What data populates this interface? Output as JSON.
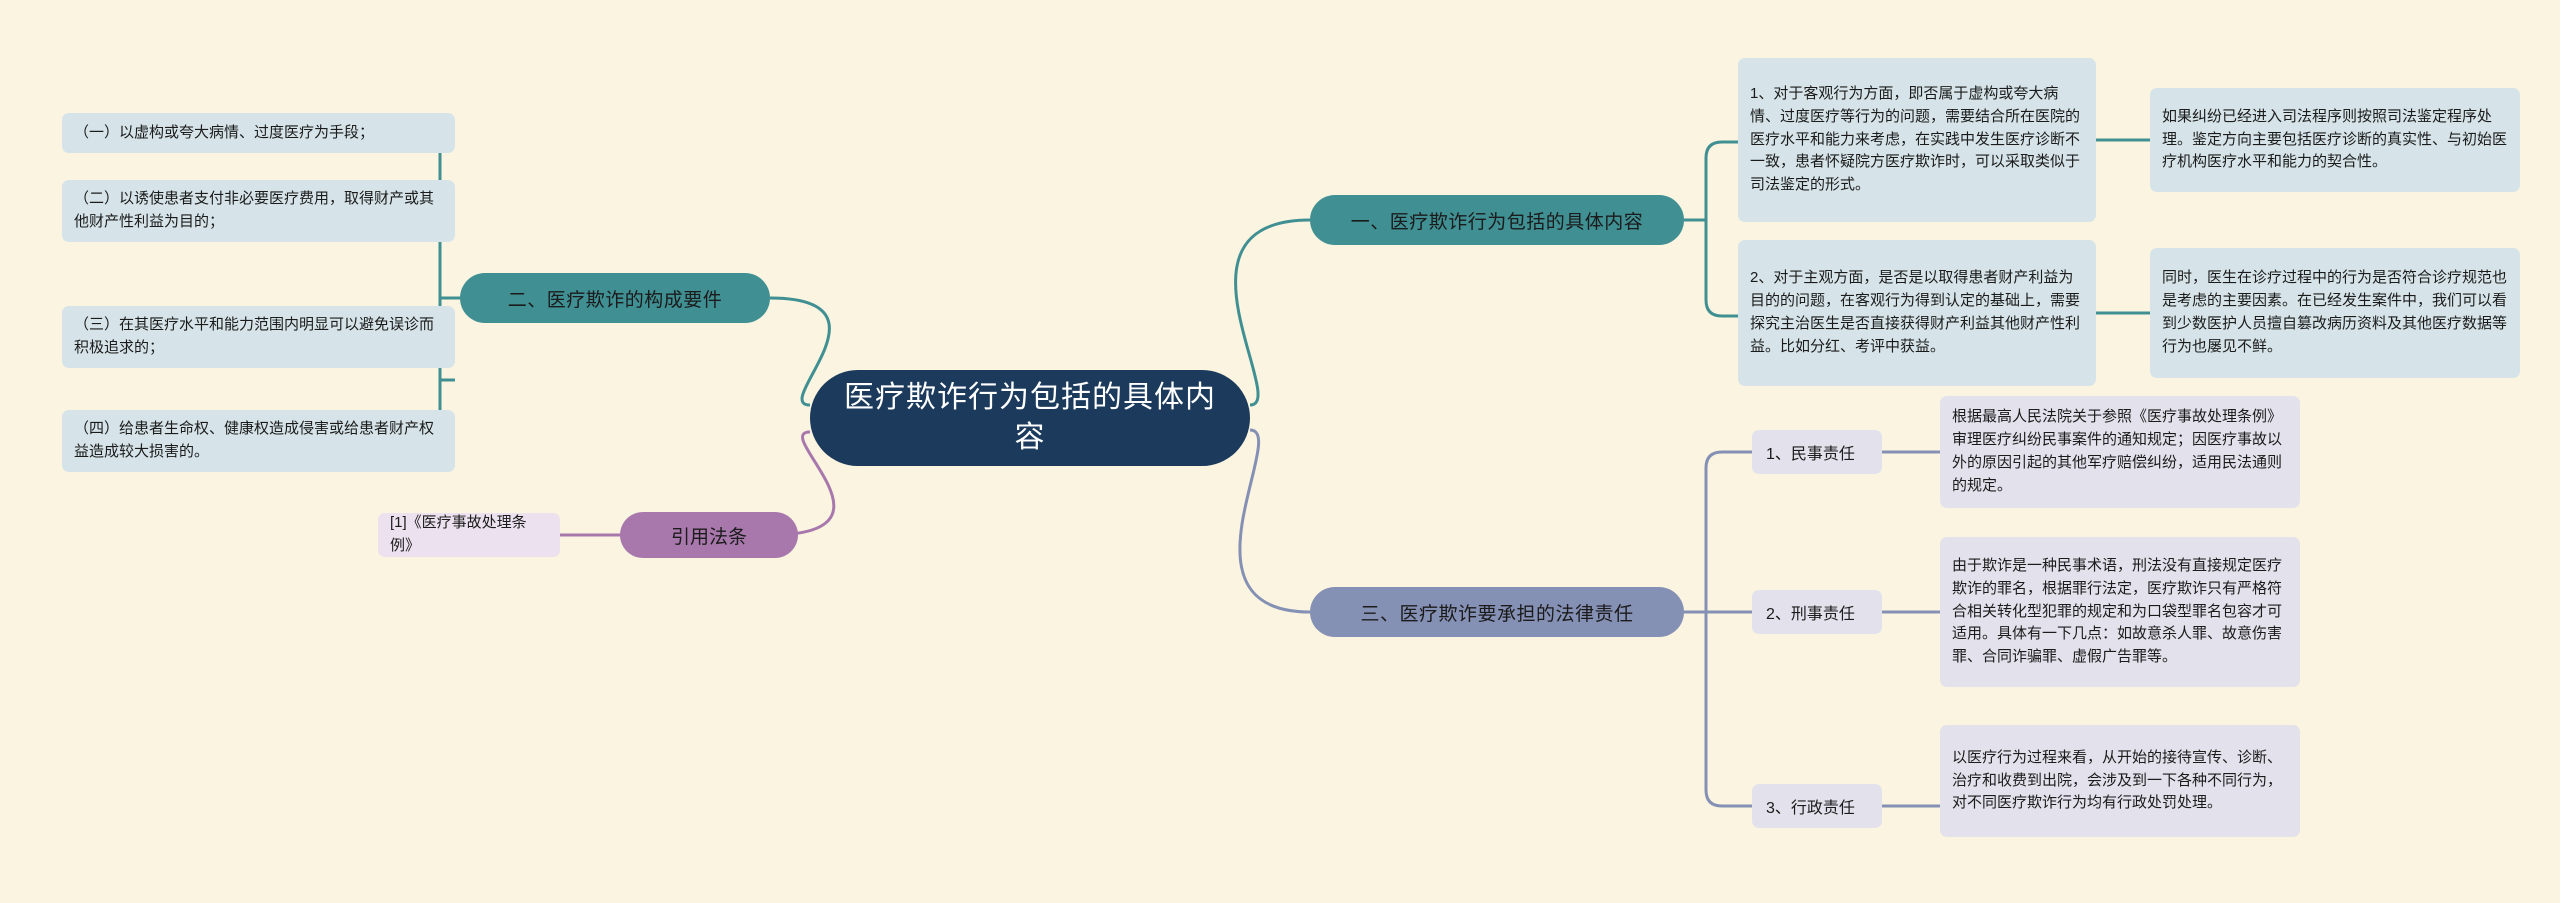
{
  "page": {
    "background_color": "#faf4e0",
    "type": "mindmap"
  },
  "root": {
    "label": "医疗欺诈行为包括的具体内容",
    "color": "#1b3a5c"
  },
  "branches": [
    {
      "id": "branch-1",
      "label": "一、医疗欺诈行为包括的具体内容",
      "color": "#3f8f93",
      "side": "right",
      "children": [
        {
          "id": "b1-c1",
          "label": "1、对于客观行为方面，即否属于虚构或夸大病情、过度医疗等行为的问题，需要结合所在医院的医疗水平和能力来考虑，在实践中发生医疗诊断不一致，患者怀疑院方医疗欺诈时，可以采取类似于司法鉴定的形式。",
          "children": [
            {
              "id": "b1-c1-g1",
              "label": "如果纠纷已经进入司法程序则按照司法鉴定程序处理。鉴定方向主要包括医疗诊断的真实性、与初始医疗机构医疗水平和能力的契合性。"
            }
          ]
        },
        {
          "id": "b1-c2",
          "label": "2、对于主观方面，是否是以取得患者财产利益为目的的问题，在客观行为得到认定的基础上，需要探究主治医生是否直接获得财产利益其他财产性利益。比如分红、考评中获益。",
          "children": [
            {
              "id": "b1-c2-g1",
              "label": "同时，医生在诊疗过程中的行为是否符合诊疗规范也是考虑的主要因素。在已经发生案件中，我们可以看到少数医护人员擅自篡改病历资料及其他医疗数据等行为也屡见不鲜。"
            }
          ]
        }
      ]
    },
    {
      "id": "branch-2",
      "label": "二、医疗欺诈的构成要件",
      "color": "#3f8f93",
      "side": "left",
      "children": [
        {
          "id": "b2-c1",
          "label": "（一）以虚构或夸大病情、过度医疗为手段；"
        },
        {
          "id": "b2-c2",
          "label": "（二）以诱使患者支付非必要医疗费用，取得财产或其他财产性利益为目的；"
        },
        {
          "id": "b2-c3",
          "label": "（三）在其医疗水平和能力范围内明显可以避免误诊而积极追求的；"
        },
        {
          "id": "b2-c4",
          "label": "（四）给患者生命权、健康权造成侵害或给患者财产权益造成较大损害的。"
        }
      ]
    },
    {
      "id": "branch-3",
      "label": "三、医疗欺诈要承担的法律责任",
      "color": "#8590b5",
      "side": "right",
      "children": [
        {
          "id": "b3-c1",
          "label": "1、民事责任",
          "children": [
            {
              "id": "b3-c1-g1",
              "label": "根据最高人民法院关于参照《医疗事故处理条例》审理医疗纠纷民事案件的通知规定；因医疗事故以外的原因引起的其他军疗赔偿纠纷，适用民法通则的规定。"
            }
          ]
        },
        {
          "id": "b3-c2",
          "label": "2、刑事责任",
          "children": [
            {
              "id": "b3-c2-g1",
              "label": "由于欺诈是一种民事术语，刑法没有直接规定医疗欺诈的罪名，根据罪行法定，医疗欺诈只有严格符合相关转化型犯罪的规定和为口袋型罪名包容才可适用。具体有一下几点：如故意杀人罪、故意伤害罪、合同诈骗罪、虚假广告罪等。"
            }
          ]
        },
        {
          "id": "b3-c3",
          "label": "3、行政责任",
          "children": [
            {
              "id": "b3-c3-g1",
              "label": "以医疗行为过程来看，从开始的接待宣传、诊断、治疗和收费到出院，会涉及到一下各种不同行为，对不同医疗欺诈行为均有行政处罚处理。"
            }
          ]
        }
      ]
    },
    {
      "id": "branch-4",
      "label": "引用法条",
      "color": "#a878ad",
      "side": "left",
      "children": [
        {
          "id": "b4-c1",
          "label": "[1]《医疗事故处理条例》"
        }
      ]
    }
  ]
}
